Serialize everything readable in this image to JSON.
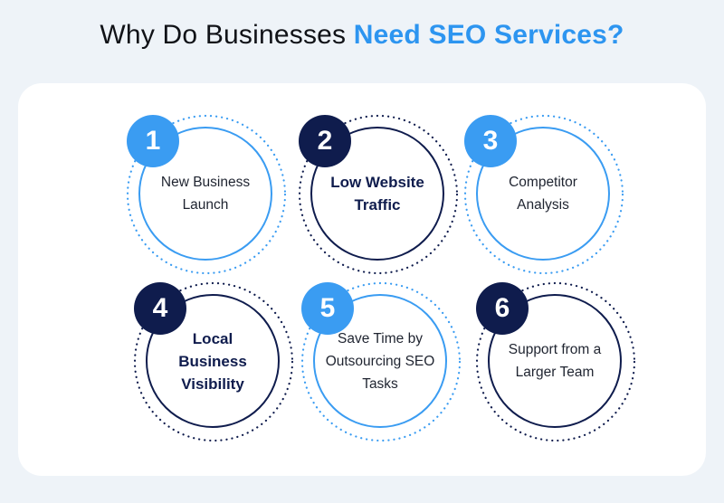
{
  "heading": {
    "plain": "Why Do Businesses ",
    "accent": "Need SEO Services?"
  },
  "items": [
    {
      "number": "1",
      "label": "New Business Launch"
    },
    {
      "number": "2",
      "label": "Low Website Traffic"
    },
    {
      "number": "3",
      "label": "Competitor Analysis"
    },
    {
      "number": "4",
      "label": "Local Business Visibility"
    },
    {
      "number": "5",
      "label": "Save Time by Outsourcing SEO Tasks"
    },
    {
      "number": "6",
      "label": "Support from a Larger Team"
    }
  ],
  "colors": {
    "accent_blue": "#3a9cf2",
    "heading_blue": "#2d95f0",
    "navy": "#0f1c4d",
    "background": "#eef3f8",
    "card": "#ffffff"
  }
}
